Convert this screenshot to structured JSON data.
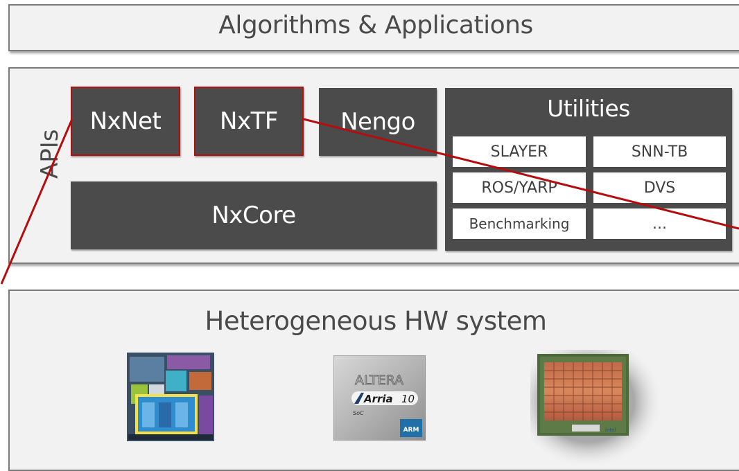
{
  "top_panel": {
    "title": "Algorithms & Applications"
  },
  "apis_panel": {
    "label": "APIs",
    "nxnet": "NxNet",
    "nxtf": "NxTF",
    "nengo": "Nengo",
    "nxcore": "NxCore",
    "utilities": {
      "title": "Utilities",
      "cells": [
        "SLAYER",
        "SNN-TB",
        "ROS/YARP",
        "DVS",
        "Benchmarking",
        "..."
      ]
    }
  },
  "hw_panel": {
    "title": "Heterogeneous HW system",
    "chips": [
      {
        "icon": "cpu-die-icon"
      },
      {
        "icon": "fpga-chip-icon",
        "brand": "ALTERA",
        "model": "Arria",
        "version": "10",
        "sub": "SoC",
        "badge": "ARM"
      },
      {
        "icon": "neuromorphic-chip-icon",
        "brand": "intel"
      }
    ]
  },
  "colors": {
    "accent_red": "#b50d0d",
    "box_dark": "#4b4b4b",
    "panel_bg": "#f2f2f2"
  }
}
